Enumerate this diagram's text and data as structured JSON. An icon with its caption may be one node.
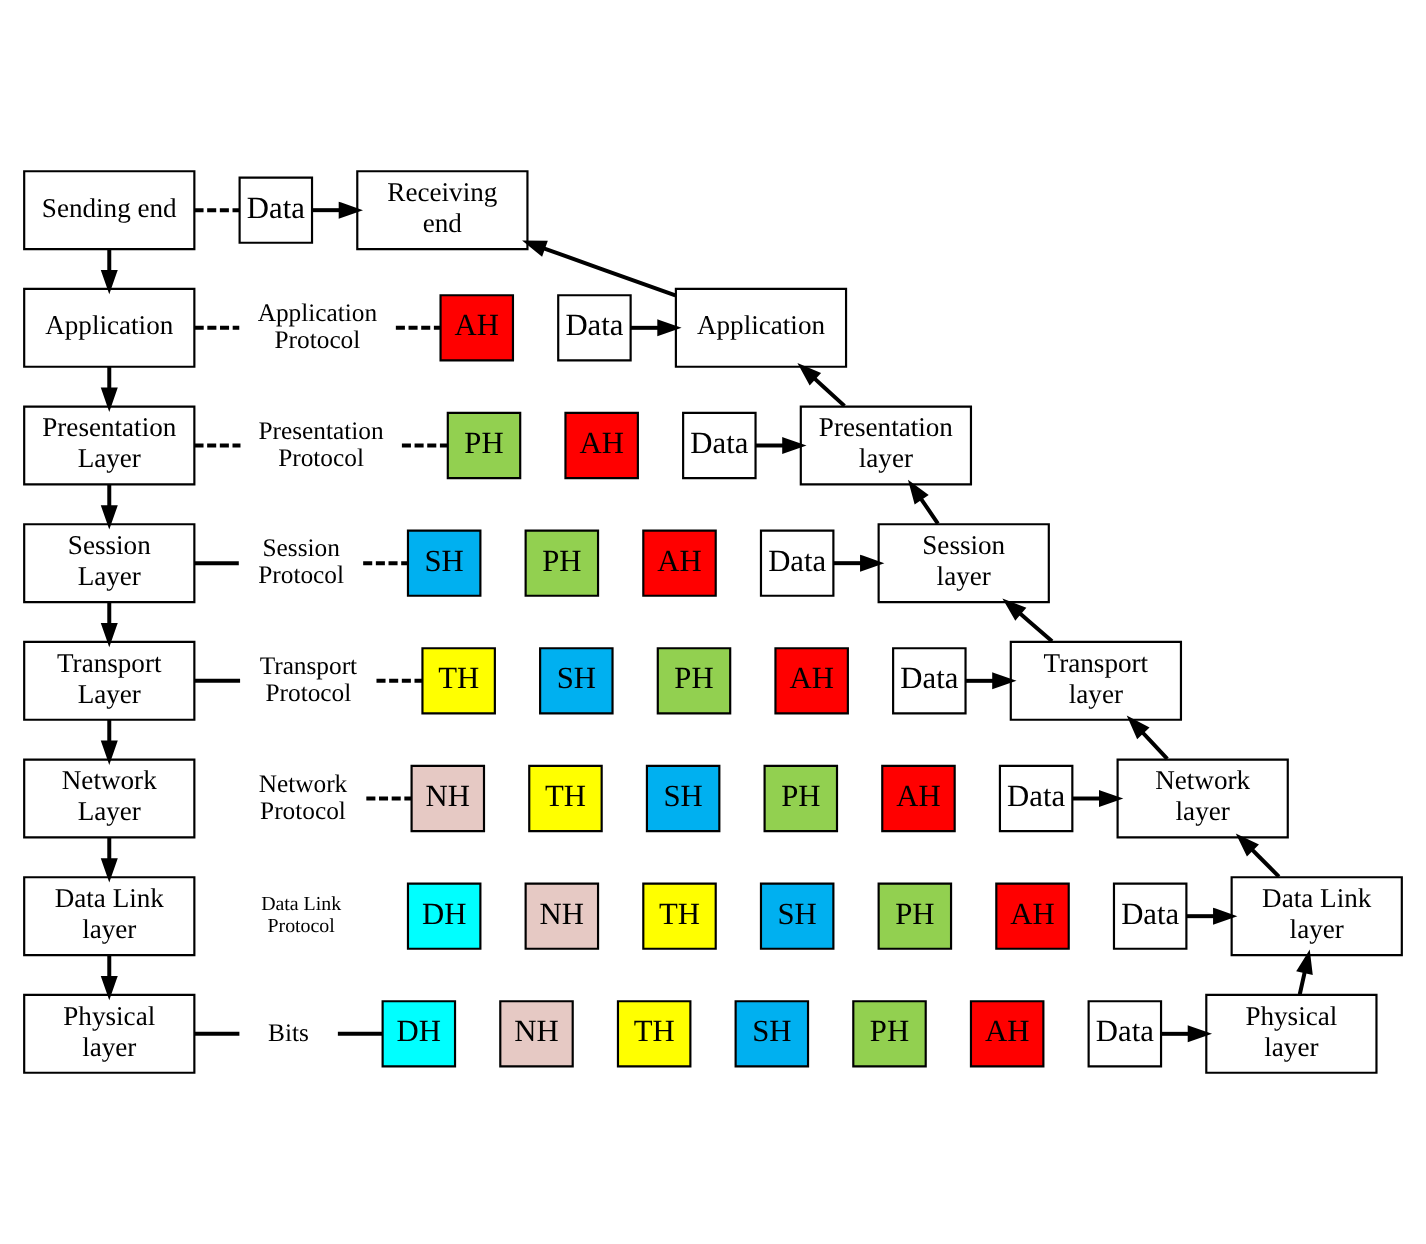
{
  "diagram": {
    "nodes": [
      {
        "text": [
          "Sending end"
        ]
      },
      {
        "text": [
          "Data"
        ]
      },
      {
        "text": [
          "Receiving end"
        ]
      },
      {
        "text": [
          "Application"
        ]
      },
      {
        "text": [
          "Application Protocol"
        ]
      },
      {
        "text": [
          "AH"
        ]
      },
      {
        "text": [
          "Data"
        ]
      },
      {
        "text": [
          "Application"
        ]
      },
      {
        "text": [
          "Presentation Layer"
        ]
      },
      {
        "text": [
          "Presentation Protocol"
        ]
      },
      {
        "text": [
          "PH"
        ]
      },
      {
        "text": [
          "AH"
        ]
      },
      {
        "text": [
          "Data"
        ]
      },
      {
        "text": [
          "Presentation layer"
        ]
      },
      {
        "text": [
          "Session Layer"
        ]
      },
      {
        "text": [
          "Session Protocol"
        ]
      },
      {
        "text": [
          "SH"
        ]
      },
      {
        "text": [
          "PH"
        ]
      },
      {
        "text": [
          "AH"
        ]
      },
      {
        "text": [
          "Data"
        ]
      },
      {
        "text": [
          "Session layer"
        ]
      },
      {
        "text": [
          "Transport Layer"
        ]
      },
      {
        "text": [
          "Transport Protocol"
        ]
      },
      {
        "text": [
          "TH"
        ]
      },
      {
        "text": [
          "SH"
        ]
      },
      {
        "text": [
          "PH"
        ]
      },
      {
        "text": [
          "AH"
        ]
      },
      {
        "text": [
          "Data"
        ]
      },
      {
        "text": [
          "Transport layer"
        ]
      },
      {
        "text": [
          "Network Layer"
        ]
      },
      {
        "text": [
          "Network Protocol"
        ]
      },
      {
        "text": [
          "NH"
        ]
      },
      {
        "text": [
          "TH"
        ]
      },
      {
        "text": [
          "SH"
        ]
      },
      {
        "text": [
          "PH"
        ]
      },
      {
        "text": [
          "AH"
        ]
      },
      {
        "text": [
          "Data"
        ]
      },
      {
        "text": [
          "Network layer"
        ]
      },
      {
        "text": [
          "Data Link layer"
        ]
      },
      {
        "text": [
          "Data Link Protocol"
        ]
      },
      {
        "text": [
          "DH"
        ]
      },
      {
        "text": [
          "NH"
        ]
      },
      {
        "text": [
          "TH"
        ]
      },
      {
        "text": [
          "SH"
        ]
      },
      {
        "text": [
          "PH"
        ]
      },
      {
        "text": [
          "AH"
        ]
      },
      {
        "text": [
          "Data"
        ]
      },
      {
        "text": [
          "Data Link layer"
        ]
      },
      {
        "text": [
          "Physical layer"
        ]
      },
      {
        "text": [
          "Bits"
        ]
      },
      {
        "text": [
          "DH"
        ]
      },
      {
        "text": [
          "NH"
        ]
      },
      {
        "text": [
          "TH"
        ]
      },
      {
        "text": [
          "SH"
        ]
      },
      {
        "text": [
          "PH"
        ]
      },
      {
        "text": [
          "AH"
        ]
      },
      {
        "text": [
          "Data"
        ]
      },
      {
        "text": [
          "Physical layer"
        ]
      }
    ],
    "edges": [
      {
        "from": 0,
        "to": 3,
        "arrow": "to"
      },
      {
        "from": 3,
        "to": 8,
        "arrow": "to"
      },
      {
        "from": 8,
        "to": 14,
        "arrow": "to"
      },
      {
        "from": 14,
        "to": 21,
        "arrow": "to"
      },
      {
        "from": 21,
        "to": 29,
        "arrow": "to"
      },
      {
        "from": 29,
        "to": 38,
        "arrow": "to"
      },
      {
        "from": 38,
        "to": 48,
        "arrow": "to"
      },
      {
        "from": 57,
        "to": 47,
        "arrow": "to"
      },
      {
        "from": 47,
        "to": 37,
        "arrow": "to"
      },
      {
        "from": 37,
        "to": 28,
        "arrow": "to"
      },
      {
        "from": 28,
        "to": 20,
        "arrow": "to"
      },
      {
        "from": 20,
        "to": 13,
        "arrow": "to"
      },
      {
        "from": 13,
        "to": 7,
        "arrow": "to"
      },
      {
        "from": 7,
        "to": 2,
        "arrow": "to"
      },
      {
        "from": 0,
        "to": 1,
        "arrow": "none",
        "style": "dashed"
      },
      {
        "from": 1,
        "to": 2,
        "arrow": "to"
      },
      {
        "from": 3,
        "to": 4,
        "arrow": "none",
        "style": "dashed"
      },
      {
        "from": 4,
        "to": 5,
        "arrow": "none",
        "style": "dashed"
      },
      {
        "from": 6,
        "to": 7,
        "arrow": "to"
      },
      {
        "from": 8,
        "to": 9,
        "arrow": "none",
        "style": "dashed"
      },
      {
        "from": 9,
        "to": 10,
        "arrow": "none",
        "style": "dashed"
      },
      {
        "from": 12,
        "to": 13,
        "arrow": "to"
      },
      {
        "from": 14,
        "to": 15,
        "arrow": "none"
      },
      {
        "from": 15,
        "to": 16,
        "arrow": "none",
        "style": "dashed"
      },
      {
        "from": 19,
        "to": 20,
        "arrow": "to"
      },
      {
        "from": 21,
        "to": 22,
        "arrow": "none"
      },
      {
        "from": 22,
        "to": 23,
        "arrow": "none",
        "style": "dashed"
      },
      {
        "from": 27,
        "to": 28,
        "arrow": "to"
      },
      {
        "from": 30,
        "to": 31,
        "arrow": "none",
        "style": "dashed"
      },
      {
        "from": 36,
        "to": 37,
        "arrow": "to"
      },
      {
        "from": 46,
        "to": 47,
        "arrow": "to"
      },
      {
        "from": 48,
        "to": 49,
        "arrow": "none"
      },
      {
        "from": 49,
        "to": 50,
        "arrow": "none"
      },
      {
        "from": 56,
        "to": 57,
        "arrow": "to"
      }
    ]
  }
}
